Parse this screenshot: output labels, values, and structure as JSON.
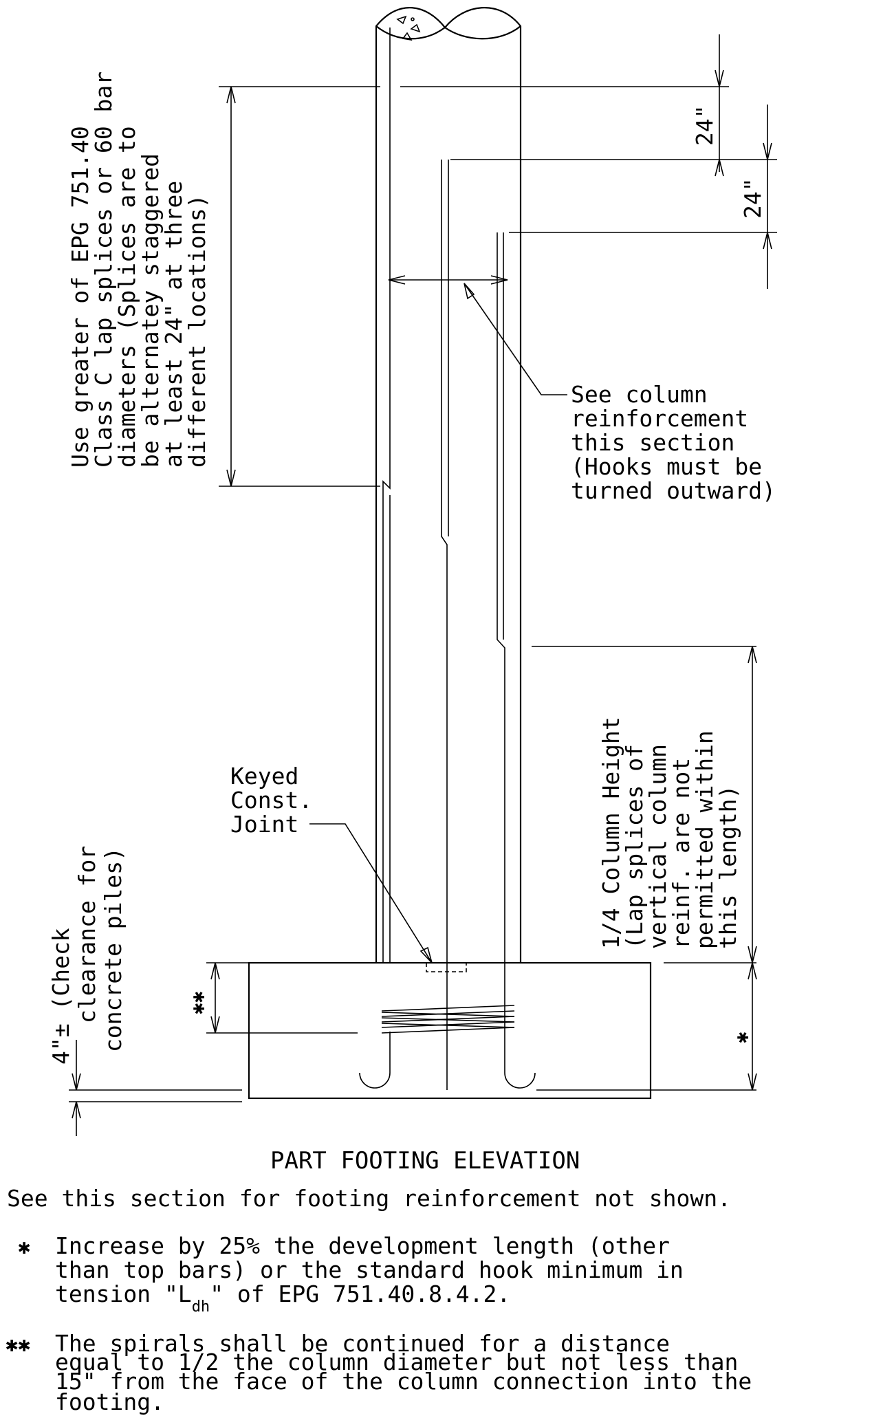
{
  "title": "PART FOOTING ELEVATION",
  "subtitle": "See this section for footing reinforcement not shown.",
  "labels": {
    "lap_note": [
      "Use greater of EPG 751.40",
      "Class C lap splices or 60 bar",
      "diameters (Splices are to",
      "be alternatey staggered",
      "at least 24\" at three",
      "different locations)"
    ],
    "dim_24_a": "24\"",
    "dim_24_b": "24\"",
    "see_column": [
      "See column",
      "reinforcement",
      "this section",
      "(Hooks must be",
      "turned outward)"
    ],
    "quarter_height": [
      "1/4 Column Height",
      "(Lap splices of",
      "vertical column",
      "reinf. are not",
      "permitted within",
      "this length)"
    ],
    "keyed_joint": [
      "Keyed",
      "Const.",
      "Joint"
    ],
    "clearance": [
      "4\"± (Check",
      "clearance for",
      "concrete piles)"
    ],
    "single_star": "✱",
    "double_star": "✱✱"
  },
  "notes": {
    "note1_marker": "✱",
    "note1_lines": [
      "Increase by 25% the development length (other",
      "than top bars) or the standard  hook minimum in"
    ],
    "note1_line3_start": "tension \"L",
    "note1_subscript": "dh",
    "note1_line3_end": "\" of EPG 751.40.8.4.2.",
    "note2_marker": "✱✱",
    "note2_lines": [
      "The spirals shall be continued for a distance",
      "equal to 1/2 the column diameter but not less than",
      "15\" from the face of the column connection into the",
      "footing."
    ]
  }
}
